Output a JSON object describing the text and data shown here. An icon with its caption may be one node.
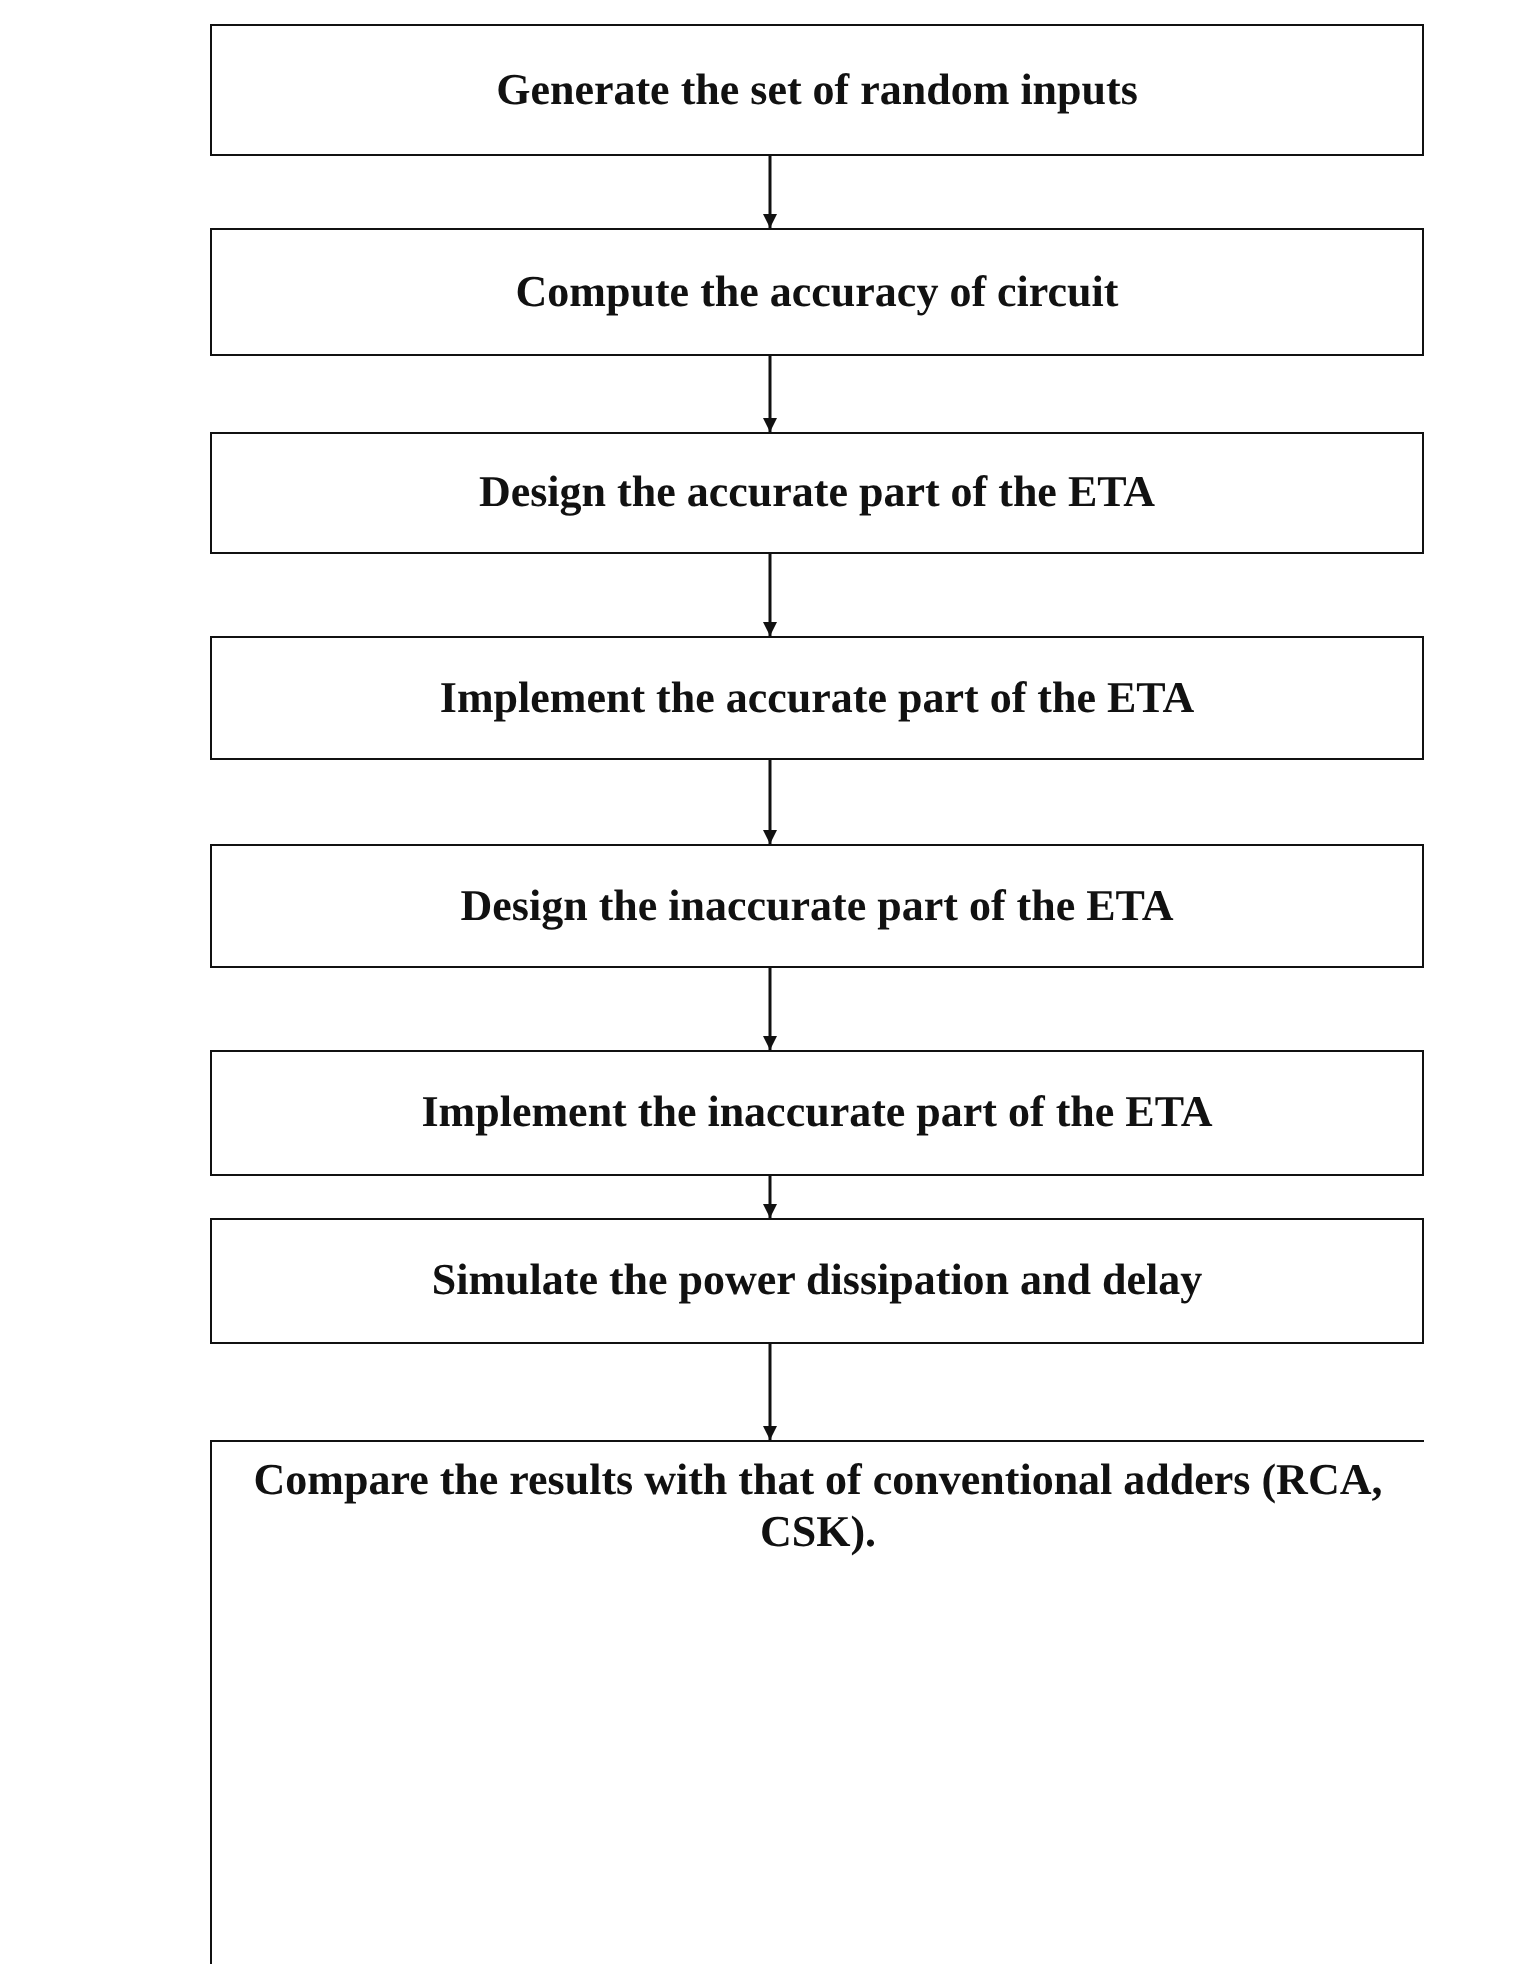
{
  "diagram": {
    "nodes": [
      {
        "text": [
          "Generate the set of random inputs"
        ]
      },
      {
        "text": [
          "Compute the accuracy of circuit"
        ]
      },
      {
        "text": [
          "Design the accurate part of the ETA"
        ]
      },
      {
        "text": [
          "Implement the accurate part of the ETA"
        ]
      },
      {
        "text": [
          "Design the inaccurate part of the ETA"
        ]
      },
      {
        "text": [
          "Implement the inaccurate part of the ETA"
        ]
      },
      {
        "text": [
          "Simulate the power dissipation and delay"
        ]
      },
      {
        "text": [
          "Compare the results with that of conventional adders (RCA, CSK)."
        ]
      }
    ],
    "edges": [
      {
        "from": 0,
        "to": 1,
        "arrow": "to"
      },
      {
        "from": 1,
        "to": 2,
        "arrow": "to"
      },
      {
        "from": 2,
        "to": 3,
        "arrow": "to"
      },
      {
        "from": 3,
        "to": 4,
        "arrow": "to"
      },
      {
        "from": 4,
        "to": 5,
        "arrow": "to"
      },
      {
        "from": 5,
        "to": 6,
        "arrow": "to"
      },
      {
        "from": 6,
        "to": 7,
        "arrow": "to"
      }
    ]
  }
}
